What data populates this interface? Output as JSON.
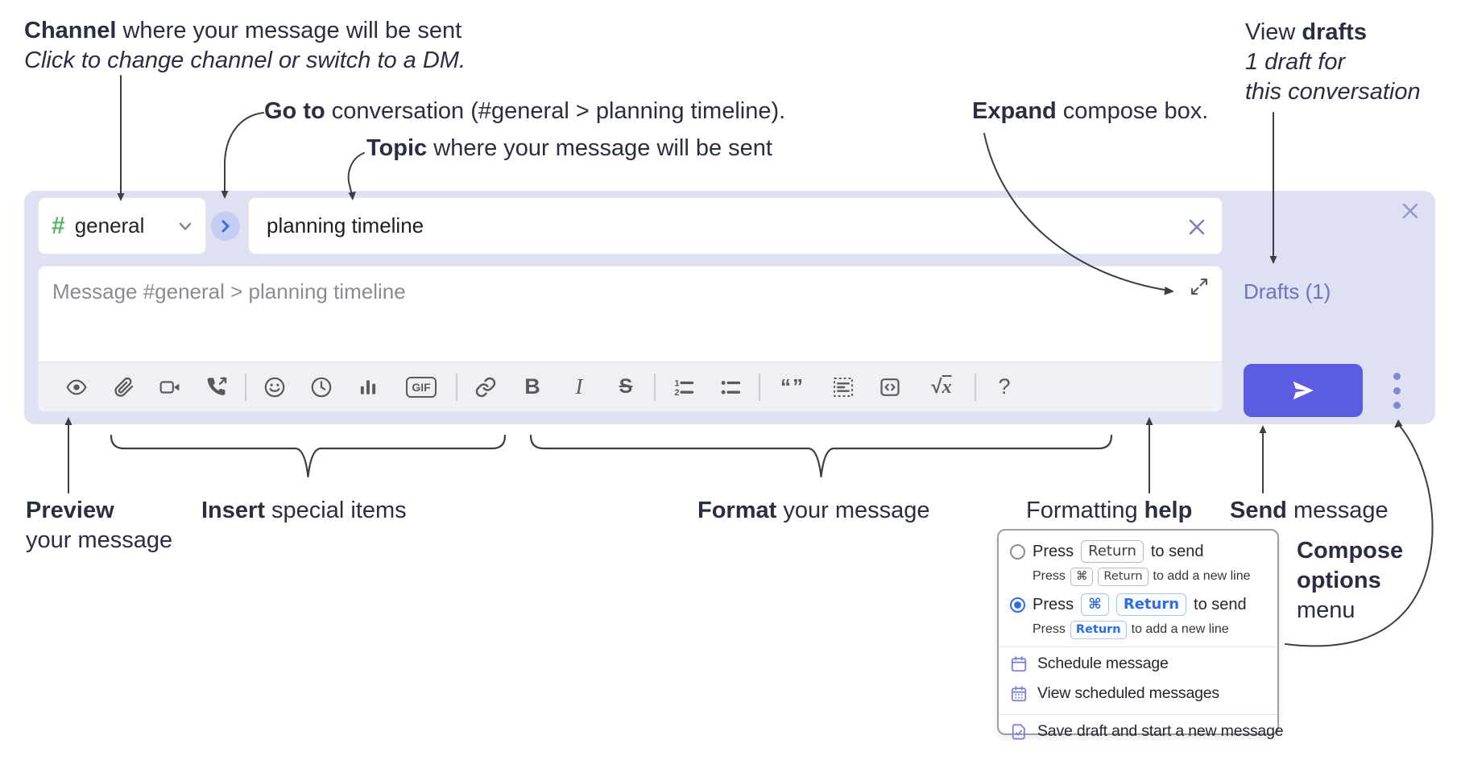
{
  "colors": {
    "compose_bg": "#dee1f2",
    "hash_green": "#5cb162",
    "goto_circle_bg": "#c6cdf2",
    "goto_chevron_blue": "#3c69e2",
    "send_button": "#5b5ce1",
    "kebab_purple": "#8387d4",
    "drafts_link": "#6d72c1",
    "radio_blue": "#2d6ce2",
    "menu_icon_purple": "#7b80d9",
    "annotation_ink": "#2b2d42",
    "toolbar_icon": "#595a61"
  },
  "annotations": {
    "channel": {
      "bold": "Channel",
      "rest": " where your message will be sent",
      "line2": "Click to change channel or switch to a DM."
    },
    "goto": {
      "bold": "Go to",
      "rest": " conversation (#general > planning timeline)."
    },
    "topic": {
      "bold": "Topic",
      "rest": " where your message will be sent"
    },
    "expand": {
      "bold": "Expand",
      "rest": " compose box."
    },
    "drafts": {
      "pre": "View ",
      "bold": "drafts",
      "line2": "1 draft for",
      "line3": "this conversation"
    },
    "preview": {
      "bold": "Preview",
      "line2": "your message"
    },
    "insert": {
      "bold": "Insert",
      "rest": " special items"
    },
    "format": {
      "bold": "Format",
      "rest": " your message"
    },
    "formatting_help": {
      "pre": "Formatting ",
      "bold": "help"
    },
    "send": {
      "bold": "Send",
      "rest": " message"
    },
    "compose_options": {
      "line1": "Compose",
      "line2": "options",
      "line3": "menu"
    }
  },
  "composer": {
    "channel_hash": "#",
    "channel_name": "general",
    "topic_value": "planning timeline",
    "message_placeholder": "Message #general > planning timeline",
    "drafts_link": "Drafts (1)",
    "toolbar": {
      "gif": "GIF",
      "bold": "B",
      "italic": "I",
      "strike": "S",
      "quotes": "“”",
      "sqrt_radical": "√",
      "sqrt_var": "x",
      "help": "?"
    }
  },
  "options_menu": {
    "option1": {
      "press": "Press",
      "key1": "Return",
      "tail": "to send",
      "sub_press": "Press",
      "sub_key1": "⌘",
      "sub_key2": "Return",
      "sub_tail": "to add a new line",
      "selected": false
    },
    "option2": {
      "press": "Press",
      "key1": "⌘",
      "key2": "Return",
      "tail": "to send",
      "sub_press": "Press",
      "sub_key1": "Return",
      "sub_tail": "to add a new line",
      "selected": true
    },
    "items": [
      {
        "label": "Schedule message"
      },
      {
        "label": "View scheduled messages"
      },
      {
        "label": "Save draft and start a new message"
      }
    ]
  }
}
